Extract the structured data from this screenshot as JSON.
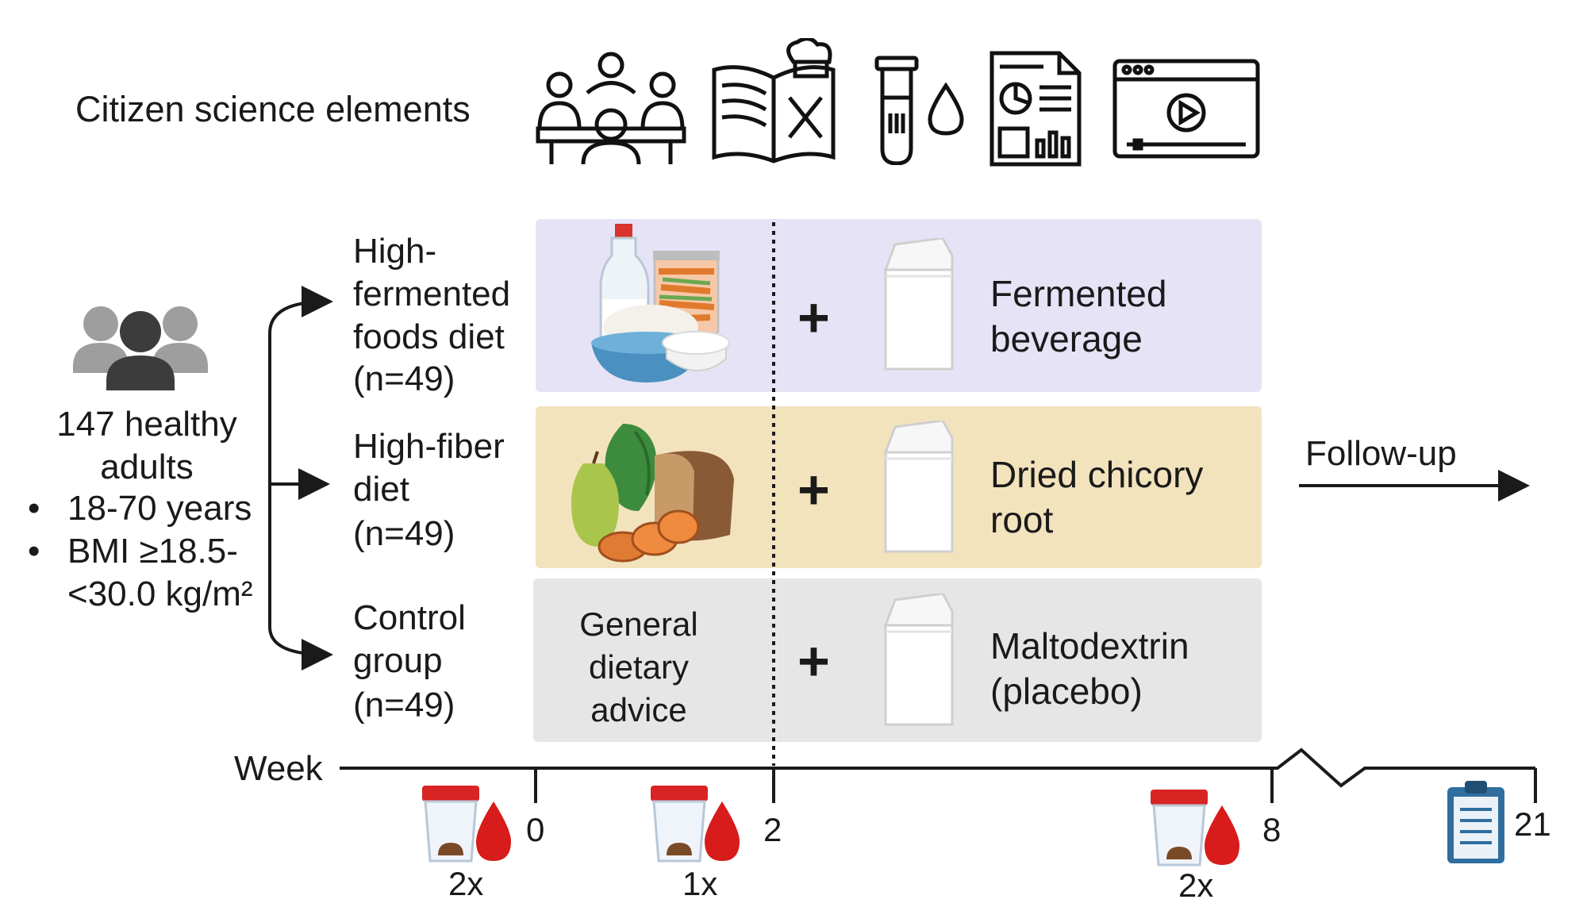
{
  "header": {
    "title": "Citizen science elements"
  },
  "icons": {
    "citizen": [
      "meeting-icon",
      "recipe-book-icon",
      "sample-tube-icon",
      "report-icon",
      "video-player-icon"
    ]
  },
  "population": {
    "count_label": "147 healthy adults",
    "criteria": [
      "18-70 years",
      "BMI ≥18.5-<30.0 kg/m²"
    ]
  },
  "groups": [
    {
      "name": "High-fermented foods diet",
      "n": "(n=49)",
      "supplement": "Fermented beverage",
      "color": "#e6e3f6",
      "food_icon": "fermented-foods-icon"
    },
    {
      "name": "High-fiber diet",
      "n": "(n=49)",
      "supplement": "Dried chicory root",
      "color": "#f2e3bd",
      "food_icon": "fiber-foods-icon"
    },
    {
      "name": "Control group",
      "n": "(n=49)",
      "supplement": "Maltodextrin (placebo)",
      "color": "#e6e6e6",
      "advice": "General dietary advice"
    }
  ],
  "plus_sign": "+",
  "timeline": {
    "axis_label": "Week",
    "ticks": [
      "0",
      "2",
      "8",
      "21"
    ],
    "sampling": [
      "2x",
      "1x",
      "2x"
    ],
    "followup": "Follow-up",
    "sample_icon": "stool-blood-sample-icon",
    "questionnaire_icon": "clipboard-icon"
  }
}
